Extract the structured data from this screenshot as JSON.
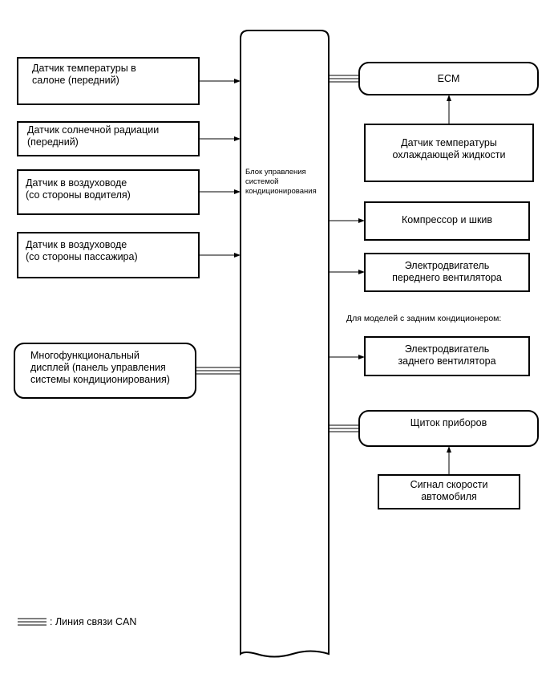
{
  "diagram": {
    "center_block": "Блок управления\nсистемой\nкондиционирования",
    "inputs": {
      "cabin_temp_sensor": "Датчик температуры в\nсалоне (передний)",
      "solar_sensor": "Датчик солнечной радиации\n(передний)",
      "duct_sensor_driver": "Датчик в воздуховоде\n(со стороны водителя)",
      "duct_sensor_passenger": "Датчик в воздуховоде\n(со стороны пассажира)",
      "multi_display": "Многофункциональный\nдисплей (панель управления\nсистемы кондиционирования)"
    },
    "outputs": {
      "ecm": "ECM",
      "coolant_temp_sensor": "Датчик температуры\nохлаждающей жидкости",
      "compressor": "Компрессор и шкив",
      "front_blower": "Электродвигатель\nпереднего вентилятора",
      "rear_ac_note": "Для моделей с задним кондиционером:",
      "rear_blower": "Электродвигатель\nзаднего вентилятора",
      "combination_meter": "Щиток приборов",
      "vehicle_speed": "Сигнал скорости\nавтомобиля"
    },
    "legend": {
      "can_line": ": Линия связи CAN"
    }
  }
}
